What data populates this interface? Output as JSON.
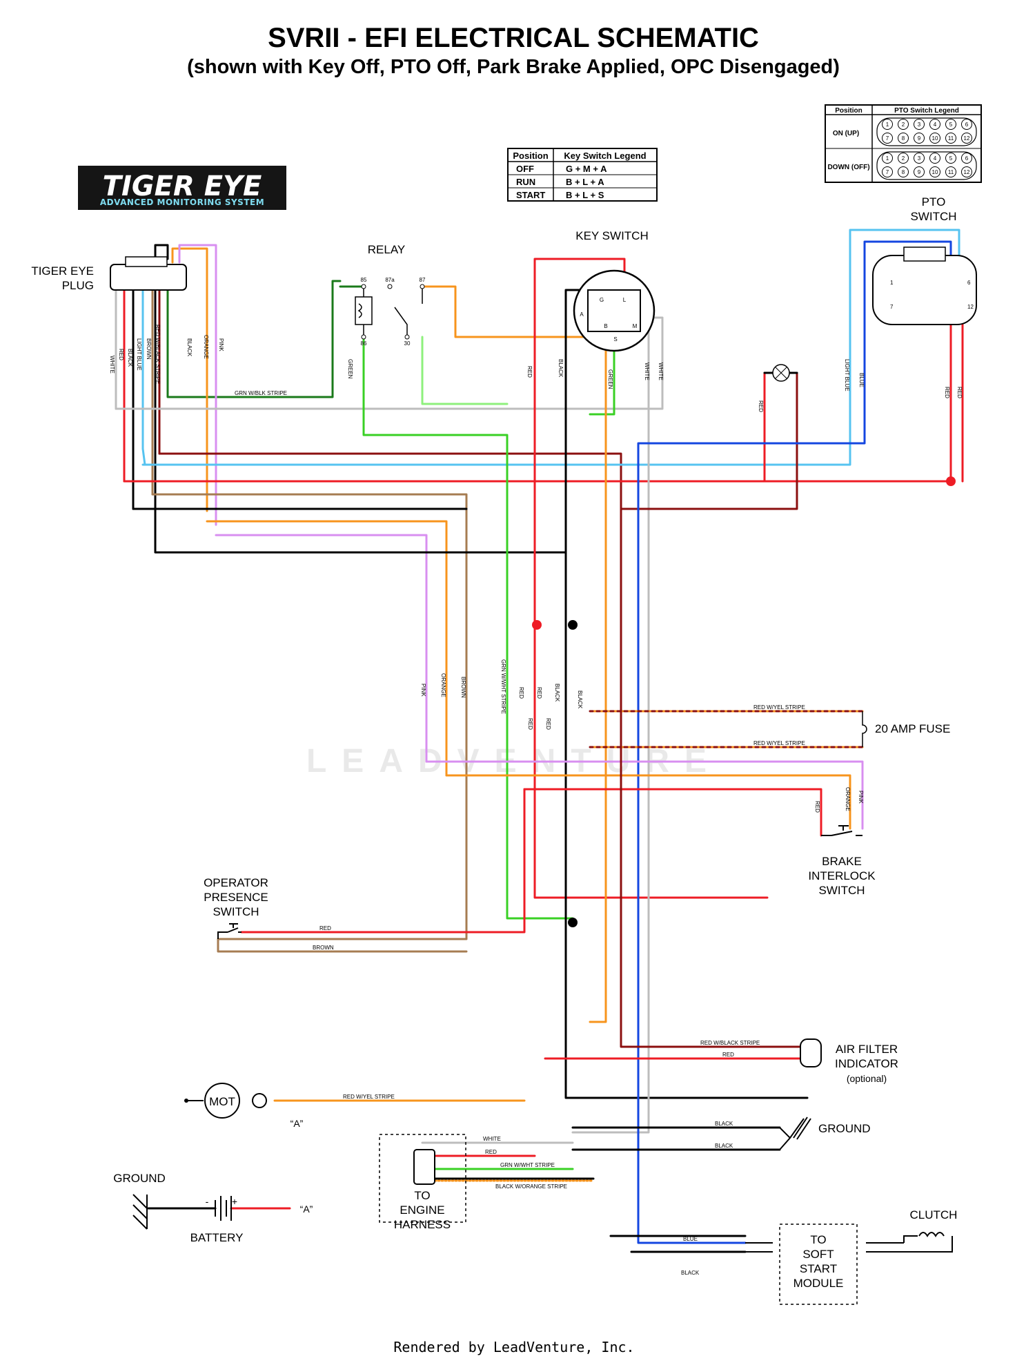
{
  "title": "SVRII - EFI ELECTRICAL SCHEMATIC",
  "subtitle": "(shown with Key Off, PTO Off, Park Brake Applied, OPC Disengaged)",
  "logo": {
    "line1": "TIGER EYE",
    "line2": "ADVANCED MONITORING SYSTEM"
  },
  "key_switch_legend": {
    "headers": [
      "Position",
      "Key Switch Legend"
    ],
    "rows": [
      [
        "OFF",
        "G + M + A"
      ],
      [
        "RUN",
        "B + L + A"
      ],
      [
        "START",
        "B + L + S"
      ]
    ]
  },
  "pto_switch_legend": {
    "headers": [
      "Position",
      "PTO Switch Legend"
    ],
    "rows": [
      {
        "position": "ON (UP)",
        "pins": [
          "1",
          "2",
          "3",
          "4",
          "5",
          "6",
          "7",
          "8",
          "9",
          "10",
          "11",
          "12"
        ]
      },
      {
        "position": "DOWN (OFF)",
        "pins": [
          "1",
          "2",
          "3",
          "4",
          "5",
          "6",
          "7",
          "8",
          "9",
          "10",
          "11",
          "12"
        ]
      }
    ]
  },
  "components": {
    "tiger_eye_plug": [
      "TIGER EYE",
      "PLUG"
    ],
    "relay": "RELAY",
    "relay_pins": [
      "85",
      "87a",
      "87",
      "86",
      "30"
    ],
    "key_switch": "KEY SWITCH",
    "key_pins": [
      "G",
      "L",
      "A",
      "B",
      "S",
      "M"
    ],
    "pto_switch": [
      "PTO",
      "SWITCH"
    ],
    "pto_pins": [
      "1",
      "6",
      "7",
      "12"
    ],
    "fuse": "20 AMP FUSE",
    "brake_interlock": [
      "BRAKE",
      "INTERLOCK",
      "SWITCH"
    ],
    "operator_presence": [
      "OPERATOR",
      "PRESENCE",
      "SWITCH"
    ],
    "air_filter": [
      "AIR FILTER",
      "INDICATOR",
      "(optional)"
    ],
    "motor": "MOT",
    "motor_ref": "“A”",
    "ground_right": "GROUND",
    "ground_left": "GROUND",
    "battery": "BATTERY",
    "battery_ref": "“A”",
    "battery_minus": "-",
    "battery_plus": "+",
    "engine_harness": [
      "TO",
      "ENGINE",
      "HARNESS"
    ],
    "soft_start": [
      "TO",
      "SOFT",
      "START",
      "MODULE"
    ],
    "clutch": "CLUTCH"
  },
  "wire_labels": {
    "plug_vertical": [
      "WHITE",
      "RED",
      "BLACK",
      "LIGHT BLUE",
      "BROWN",
      "RED W/BLACK STRIPE",
      "BLACK",
      "ORANGE",
      "PINK"
    ],
    "grn_blk": "GRN W/BLK STRIPE",
    "relay_green": "GREEN",
    "key_red": "RED",
    "key_black": "BLACK",
    "key_green": "GREEN",
    "key_white_a": "WHITE",
    "key_white_b": "WHITE",
    "lamp_red": "RED",
    "pto_light_blue": "LIGHT BLUE",
    "pto_blue": "BLUE",
    "pto_red_a": "RED",
    "pto_red_b": "RED",
    "trunk_pink": "PINK",
    "trunk_orange": "ORANGE",
    "trunk_brown": "BROWN",
    "trunk_grn_wht": "GRN W/WHT STRIPE",
    "trunk_red_a": "RED",
    "trunk_red_b": "RED",
    "trunk_red_c": "RED",
    "trunk_red_d": "RED",
    "trunk_black": "BLACK",
    "trunk_black_b": "BLACK",
    "fuse_a": "RED W/YEL STRIPE",
    "fuse_b": "RED W/YEL STRIPE",
    "brake_red": "RED",
    "brake_orange": "ORANGE",
    "brake_pink": "PINK",
    "ops_red": "RED",
    "ops_brown": "BROWN",
    "air_red_blk": "RED W/BLACK STRIPE",
    "air_red": "RED",
    "mot_red_yel": "RED W/YEL STRIPE",
    "gnd_black_a": "BLACK",
    "gnd_black_b": "BLACK",
    "eng_white": "WHITE",
    "eng_red": "RED",
    "eng_grn_wht": "GRN W/WHT STRIPE",
    "eng_blk_org": "BLACK W/ORANGE STRIPE",
    "ss_blue": "BLUE",
    "ss_black": "BLACK"
  },
  "watermark": "LEADVENTURE",
  "footer": "Rendered by LeadVenture, Inc.",
  "colors": {
    "red": "#ee1c25",
    "black": "#000000",
    "green": "#39d024",
    "dark_green": "#1a7a1a",
    "light_green": "#8ef07c",
    "orange": "#f7941d",
    "pink": "#d88ff0",
    "brown": "#a67c52",
    "blue": "#1446e0",
    "light_blue": "#56c3f0",
    "white_wire": "#bdbdbd",
    "dark_red": "#8b0f0f"
  }
}
